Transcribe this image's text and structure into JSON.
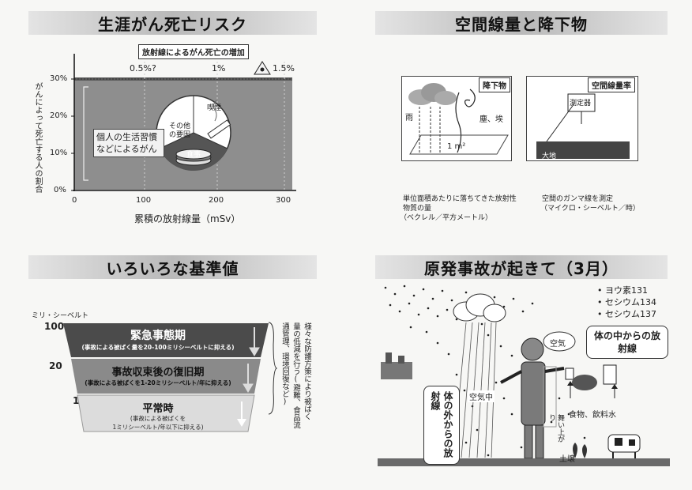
{
  "panels": {
    "risk": {
      "title": "生涯がん死亡リスク",
      "banner": "放射線によるがん死亡の増加",
      "markers": [
        "0.5%?",
        "1%",
        "1.5%"
      ],
      "y_ticks": [
        "30%",
        "20%",
        "10%",
        "0%"
      ],
      "x_ticks": [
        "0",
        "100",
        "200",
        "300"
      ],
      "ylabel": "がんによって死亡する人の割合",
      "xlabel": "累積の放射線量（mSv）",
      "lifestyle_label": "個人の生活習慣などによるがん",
      "pie_labels": {
        "smoking": "喫煙",
        "other": "その他の要因",
        "diet": "食事"
      }
    },
    "deposition": {
      "title": "空間線量と降下物",
      "fallout": {
        "tag": "降下物",
        "rain": "雨",
        "dust": "塵、埃",
        "area": "1 m²",
        "caption1": "単位面積あたりに落ちてきた放射性",
        "caption2": "物質の量",
        "caption3": "（ベクレル／平方メートル）"
      },
      "airdose": {
        "tag": "空間線量率",
        "meter": "測定器",
        "ground": "大地",
        "caption1": "空間のガンマ線を測定",
        "caption2": "（マイクロ・シーベルト／時）"
      }
    },
    "standards": {
      "title": "いろいろな基準値",
      "unit": "ミリ・シーベルト",
      "levels": [
        "100",
        "20",
        "1"
      ],
      "bands": [
        {
          "title": "緊急事態期",
          "sub": "(事故による被ばく量を20-100ミリシーベルトに抑える)"
        },
        {
          "title": "事故収束後の復旧期",
          "sub": "(事故による被ばくを1-20ミリシーベルト/年に抑える)"
        },
        {
          "title": "平常時",
          "sub1": "(事故による被ばくを",
          "sub2": "1ミリシーベルト/年以下に抑える)"
        }
      ],
      "side_note_col1": "様々な防護方策により被ばく",
      "side_note_col2": "量の低減を行う(避難、食品流",
      "side_note_col3": "通管理、環境回復など)"
    },
    "accident": {
      "title": "原発事故が起きて（3月）",
      "isotopes": [
        "• ヨウ素131",
        "• セシウム134",
        "• セシウム137"
      ],
      "internal_label": "体の中からの放射線",
      "external_label": "体の外からの放射線",
      "air": "空気",
      "airborne": "空気中",
      "food": "食物、飲料水",
      "resuspend": "舞い上がり",
      "soil": "土壌"
    }
  },
  "colors": {
    "chart_fill": "#8e8e8e",
    "top_band": "#5a5a5a",
    "band1": "#4b4b4b",
    "band2": "#8a8a8a",
    "band3": "#dcdcdc"
  }
}
